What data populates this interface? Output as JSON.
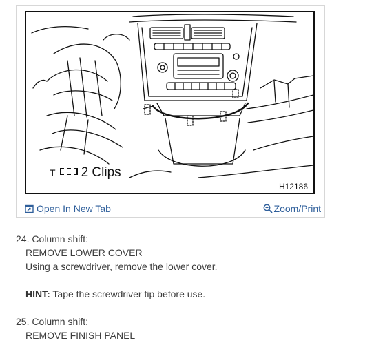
{
  "figure": {
    "legend_prefix": "T",
    "legend_text": "2 Clips",
    "figure_code": "H12186"
  },
  "footer": {
    "open_label": "Open In New Tab",
    "zoom_label": "Zoom/Print",
    "open_icon": "open-in-new-tab-icon",
    "zoom_icon": "magnifier-icon",
    "link_color": "#2f5f9b"
  },
  "steps": [
    {
      "number_line": "24. Column shift:",
      "title": "REMOVE LOWER COVER",
      "instruction": "Using a screwdriver, remove the lower cover.",
      "hint_label": "HINT:",
      "hint_text": "Tape the screwdriver tip before use."
    },
    {
      "number_line": "25. Column shift:",
      "title": "REMOVE FINISH PANEL"
    }
  ]
}
